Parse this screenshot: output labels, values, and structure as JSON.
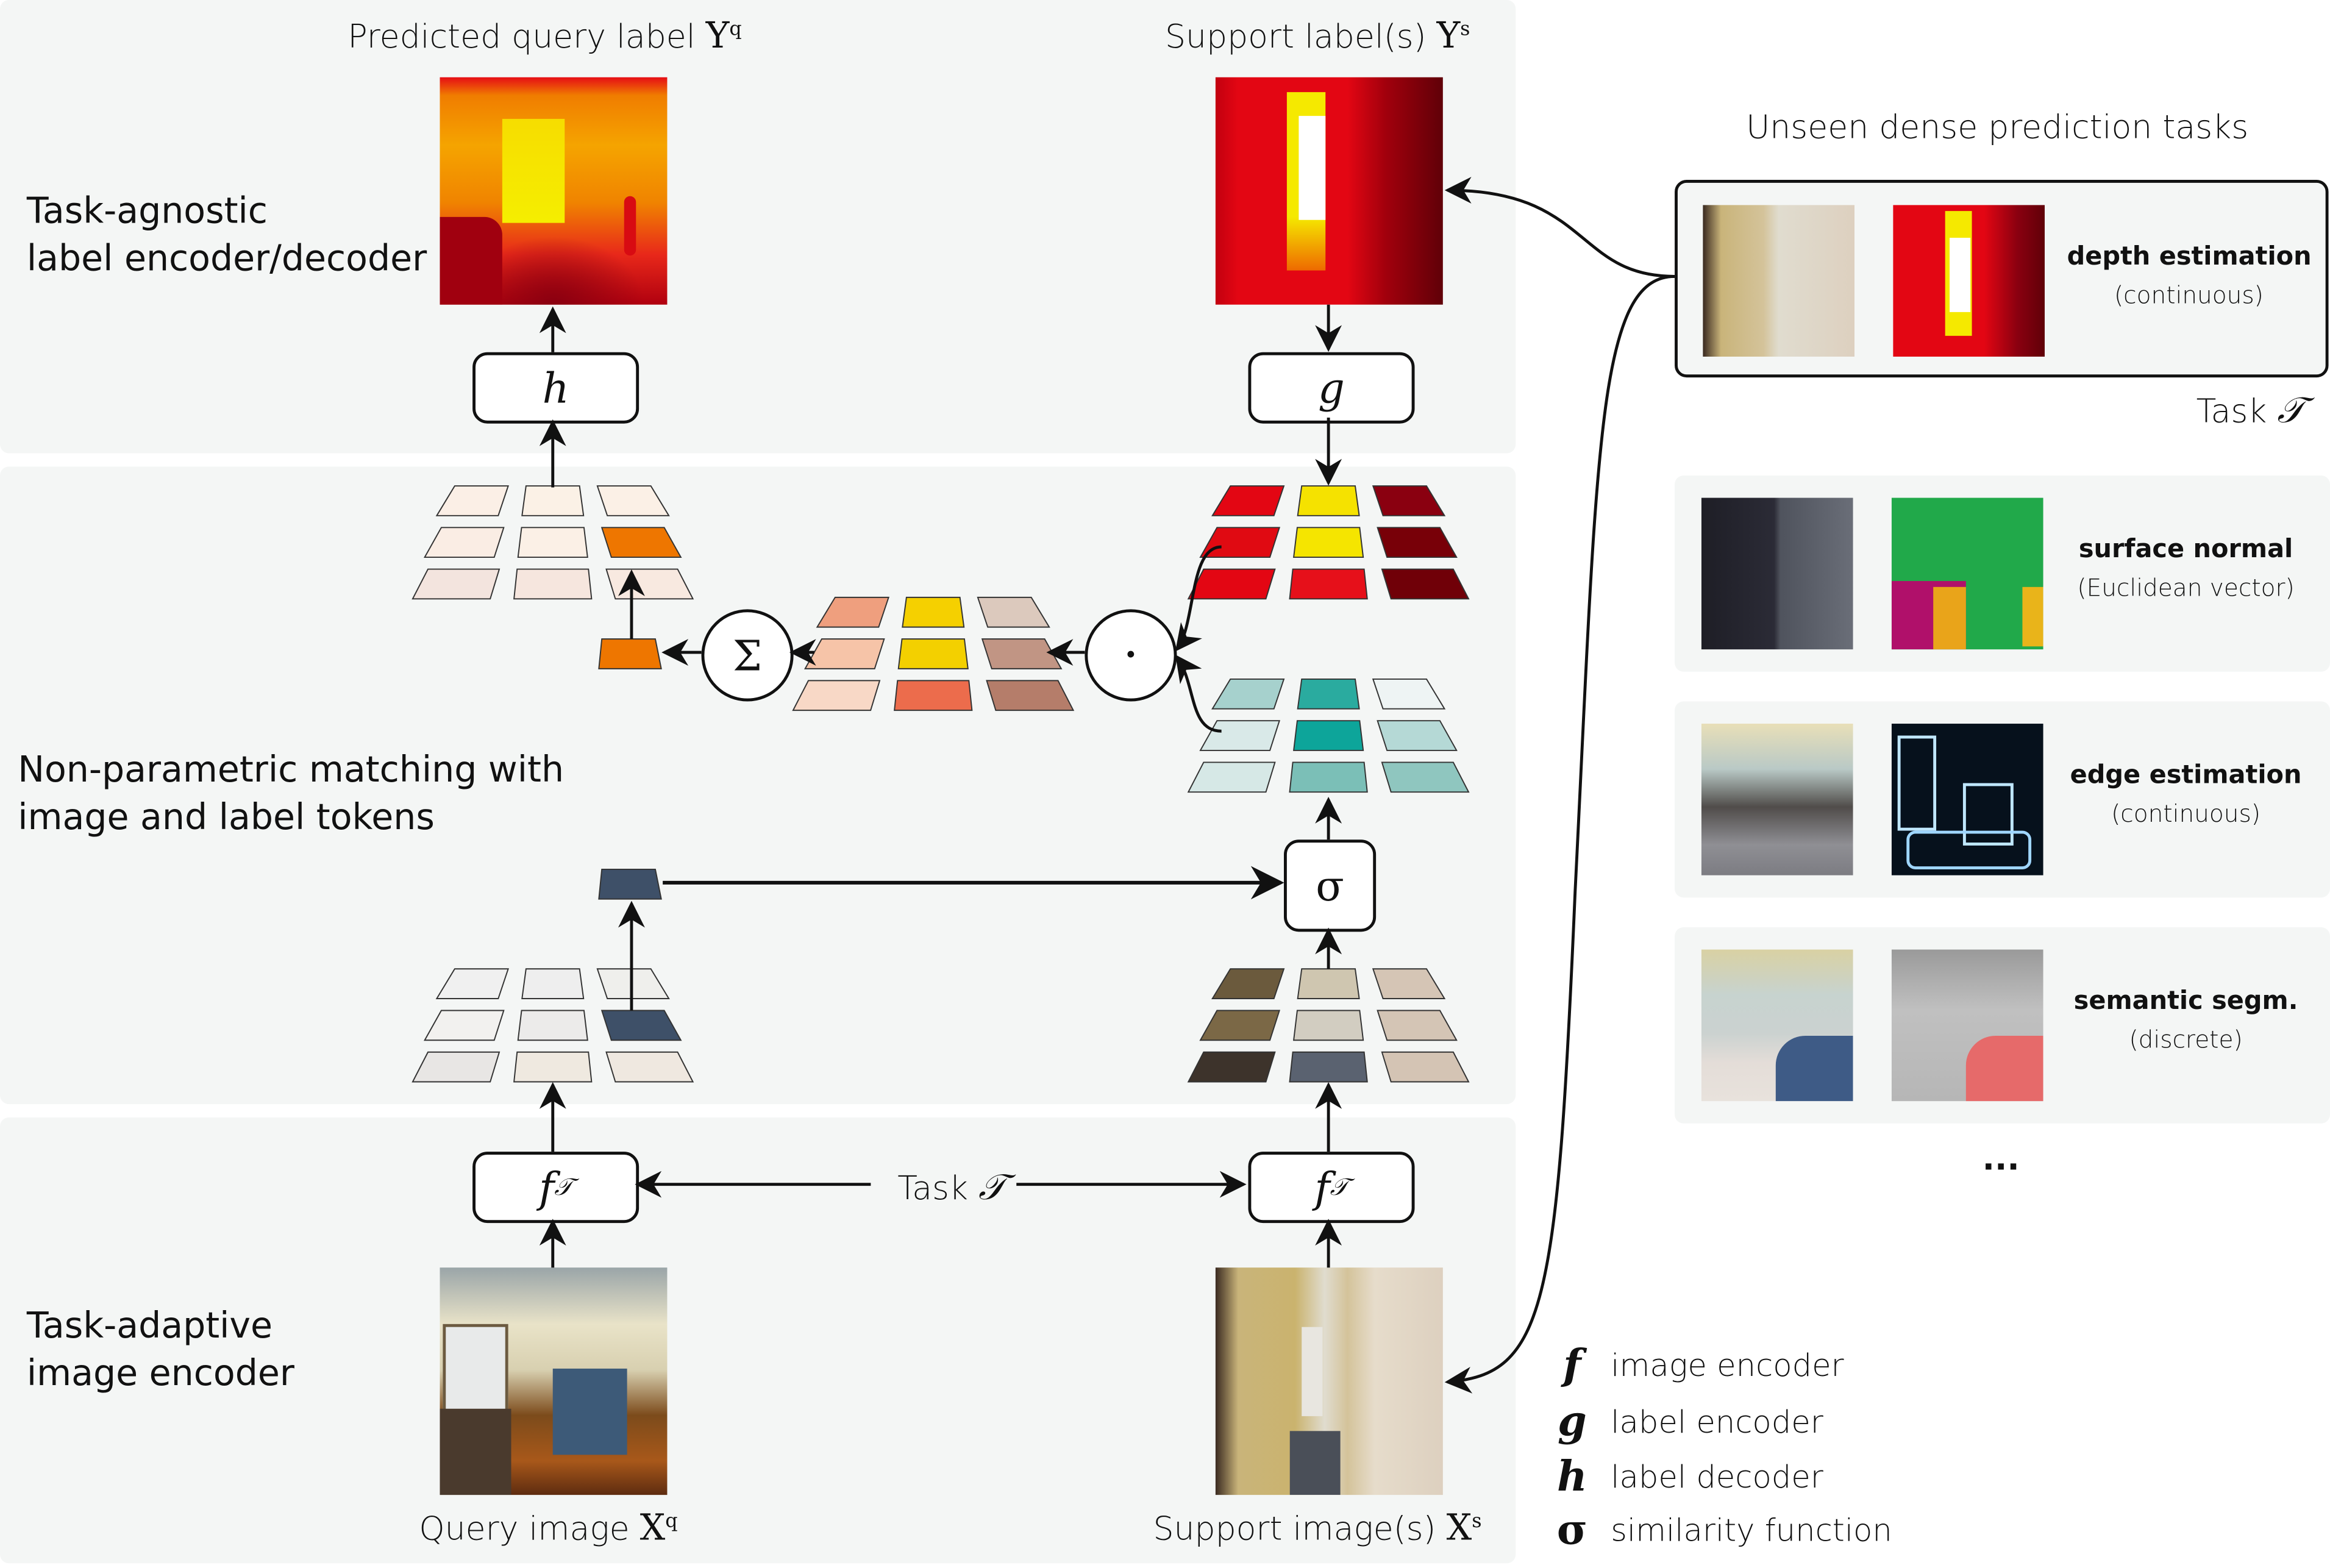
{
  "sections": {
    "label_codec": "Task-agnostic\nlabel encoder/decoder",
    "matching": "Non-parametric matching with\nimage and label tokens",
    "image_encoder": "Task-adaptive\nimage encoder"
  },
  "captions": {
    "pred_query_label": {
      "text": "Predicted query label ",
      "symbol": "Y",
      "sup": "q"
    },
    "support_labels": {
      "text": "Support label(s) ",
      "symbol": "Y",
      "sup": "s"
    },
    "query_image": {
      "text": "Query image ",
      "symbol": "X",
      "sup": "q"
    },
    "support_images": {
      "text": "Support image(s) ",
      "symbol": "X",
      "sup": "s"
    },
    "task_mid": {
      "text": "Task ",
      "symbol": "𝒯"
    },
    "task_card": {
      "text": "Task ",
      "symbol": "𝒯"
    }
  },
  "operators": {
    "label_decoder": "h",
    "label_encoder": "g",
    "image_encoder_q": {
      "base": "f",
      "sub": "𝒯"
    },
    "image_encoder_s": {
      "base": "f",
      "sub": "𝒯"
    },
    "similarity": "σ",
    "sum": "Σ",
    "product": "·"
  },
  "tasks_panel": {
    "title": "Unseen dense prediction tasks",
    "tasks": [
      {
        "name": "depth estimation",
        "type": "(continuous)",
        "active": true
      },
      {
        "name": "surface normal",
        "type": "(Euclidean vector)",
        "active": false
      },
      {
        "name": "edge estimation",
        "type": "(continuous)",
        "active": false
      },
      {
        "name": "semantic segm.",
        "type": "(discrete)",
        "active": false
      }
    ],
    "more": "..."
  },
  "legend": [
    {
      "symbol": "f",
      "label": "image encoder"
    },
    {
      "symbol": "g",
      "label": "label encoder"
    },
    {
      "symbol": "h",
      "label": "label decoder"
    },
    {
      "symbol": "σ",
      "label": "similarity function"
    }
  ],
  "colors": {
    "panel_bg": "#f4f6f5",
    "stroke": "#111111",
    "depth_dark": "#6a0008",
    "depth_red": "#e30613",
    "depth_orange": "#ee7a00",
    "depth_yellow": "#f5e900",
    "teal": "#0fa59b"
  }
}
